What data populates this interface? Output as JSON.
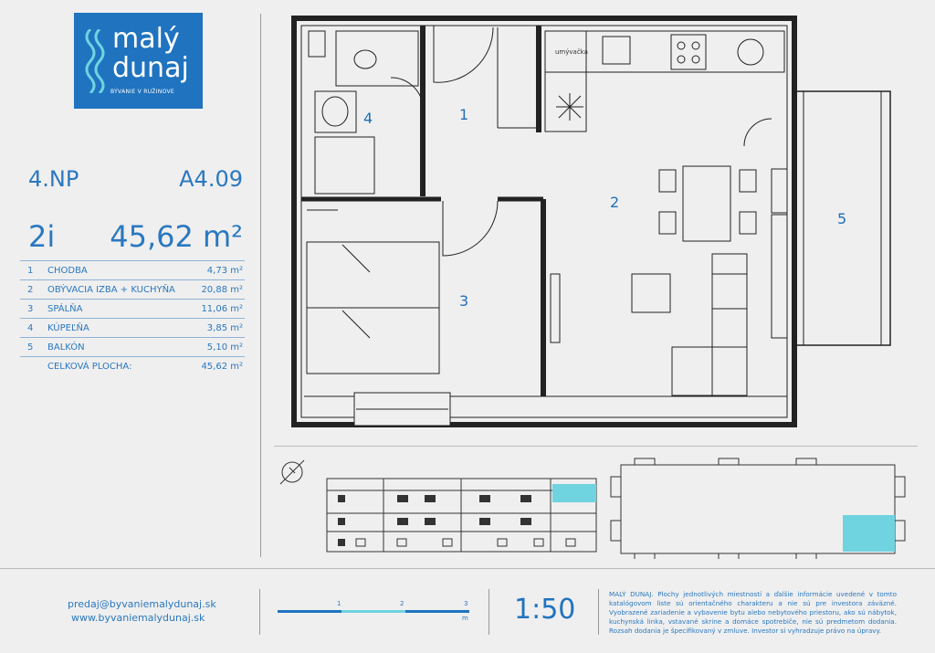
{
  "logo": {
    "line1": "malý",
    "line2": "dunaj",
    "tagline": "BÝVANIE V RUŽINOVE"
  },
  "unit": {
    "floor": "4.NP",
    "code": "A4.09",
    "rooms": "2i",
    "area": "45,62 m²"
  },
  "rooms": [
    {
      "no": "1",
      "name": "CHODBA",
      "area": "4,73 m²"
    },
    {
      "no": "2",
      "name": "OBÝVACIA IZBA + KUCHYŇA",
      "area": "20,88 m²"
    },
    {
      "no": "3",
      "name": "SPÁLŇA",
      "area": "11,06 m²"
    },
    {
      "no": "4",
      "name": "KÚPEĽŇA",
      "area": "3,85 m²"
    },
    {
      "no": "5",
      "name": "BALKÓN",
      "area": "5,10 m²"
    }
  ],
  "total": {
    "label": "CELKOVÁ PLOCHA:",
    "area": "45,62 m²"
  },
  "plan": {
    "dishwasher_label": "umývačka",
    "room_labels": [
      "1",
      "2",
      "3",
      "4",
      "5"
    ]
  },
  "footer": {
    "email": "predaj@byvaniemalydunaj.sk",
    "web": "www.byvaniemalydunaj.sk",
    "scale": "1:50",
    "scale_ticks": [
      "1",
      "2",
      "3"
    ],
    "scale_unit": "m",
    "disclaimer": "MALÝ DUNAJ. Plochy jednotlivých miestností a ďalšie informácie uvedené v tomto katalógovom liste sú orientačného charakteru a nie sú pre investora záväzné. Vyobrazené zariadenie a vybavenie bytu alebo nebytového priestoru, ako sú nábytok, kuchynská linka, vstavané skrine a domáce spotrebiče, nie sú predmetom dodania. Rozsah dodania je špecifikovaný v zmluve. Investor si vyhradzuje právo na úpravy."
  },
  "colors": {
    "brand": "#1f73bf",
    "accent": "#6fd3e0"
  }
}
